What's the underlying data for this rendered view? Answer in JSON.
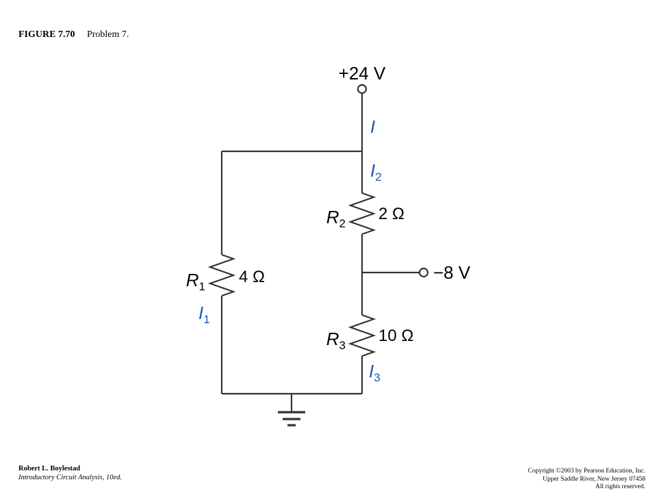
{
  "figure": {
    "number": "FIGURE 7.70",
    "title": "Problem 7."
  },
  "circuit": {
    "supply_label": "+24 V",
    "output_label": "−8 V",
    "currents": {
      "main": "I",
      "i1": "I",
      "i1_sub": "1",
      "i2": "I",
      "i2_sub": "2",
      "i3": "I",
      "i3_sub": "3"
    },
    "resistors": [
      {
        "name": "R",
        "sub": "1",
        "value": "4 Ω"
      },
      {
        "name": "R",
        "sub": "2",
        "value": "2 Ω"
      },
      {
        "name": "R",
        "sub": "3",
        "value": "10 Ω"
      }
    ],
    "colors": {
      "wire": "#333333",
      "current_label": "#1a56b8"
    }
  },
  "footer": {
    "author": "Robert L. Boylestad",
    "book": "Introductory Circuit Analysis, 10ed.",
    "copyright_1": "Copyright ©2003 by Pearson Education, Inc.",
    "copyright_2": "Upper Saddle River, New Jersey 07458",
    "copyright_3": "All rights reserved."
  }
}
